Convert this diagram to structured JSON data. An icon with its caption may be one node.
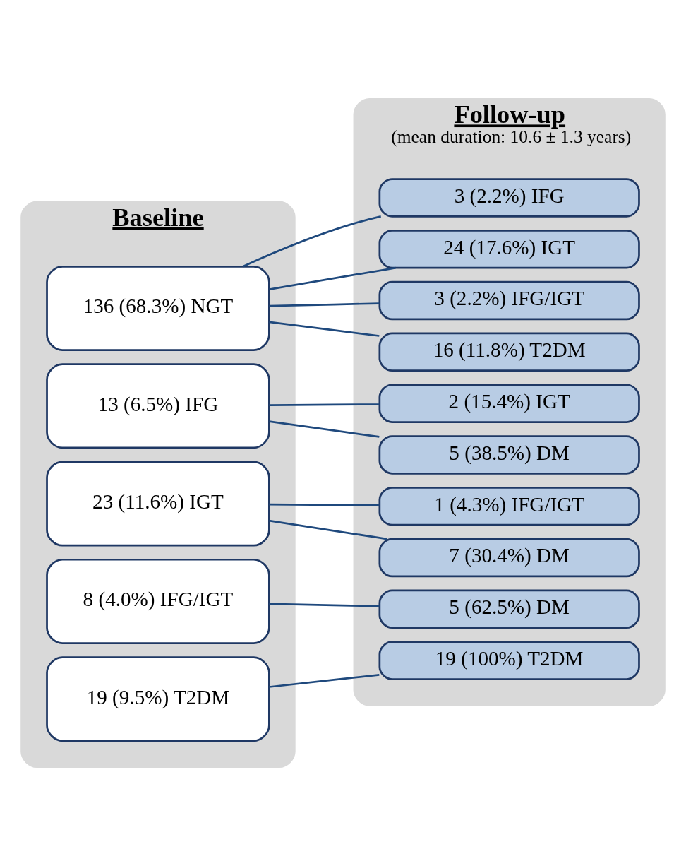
{
  "diagram": {
    "nodes": [
      {
        "text": [
          "Baseline"
        ]
      },
      {
        "text": [
          "136 (68.3%) NGT"
        ],
        "in": 0
      },
      {
        "text": [
          "13 (6.5%) IFG"
        ],
        "in": 0
      },
      {
        "text": [
          "23 (11.6%) IGT"
        ],
        "in": 0
      },
      {
        "text": [
          "8 (4.0%) IFG/IGT"
        ],
        "in": 0
      },
      {
        "text": [
          "19 (9.5%) T2DM"
        ],
        "in": 0
      },
      {
        "text": [
          "Follow-up",
          "(mean duration: 10.6 ± 1.3 years)"
        ]
      },
      {
        "text": [
          "3 (2.2%) IFG"
        ],
        "in": 6
      },
      {
        "text": [
          "24 (17.6%) IGT"
        ],
        "in": 6
      },
      {
        "text": [
          "3 (2.2%) IFG/IGT"
        ],
        "in": 6
      },
      {
        "text": [
          "16 (11.8%) T2DM"
        ],
        "in": 6
      },
      {
        "text": [
          "2 (15.4%) IGT"
        ],
        "in": 6
      },
      {
        "text": [
          "5 (38.5%) DM"
        ],
        "in": 6
      },
      {
        "text": [
          "1 (4.3%) IFG/IGT"
        ],
        "in": 6
      },
      {
        "text": [
          "7 (30.4%) DM"
        ],
        "in": 6
      },
      {
        "text": [
          "5 (62.5%) DM"
        ],
        "in": 6
      },
      {
        "text": [
          "19 (100%) T2DM"
        ],
        "in": 6
      }
    ],
    "edges": [
      {
        "from": 1,
        "to": 7,
        "arrow": "none"
      },
      {
        "from": 1,
        "to": 8,
        "arrow": "none"
      },
      {
        "from": 1,
        "to": 9,
        "arrow": "none"
      },
      {
        "from": 1,
        "to": 10,
        "arrow": "none"
      },
      {
        "from": 2,
        "to": 11,
        "arrow": "none"
      },
      {
        "from": 2,
        "to": 12,
        "arrow": "none"
      },
      {
        "from": 3,
        "to": 13,
        "arrow": "none"
      },
      {
        "from": 3,
        "to": 14,
        "arrow": "none"
      },
      {
        "from": 4,
        "to": 15,
        "arrow": "none"
      },
      {
        "from": 5,
        "to": 16,
        "arrow": "none"
      }
    ]
  }
}
